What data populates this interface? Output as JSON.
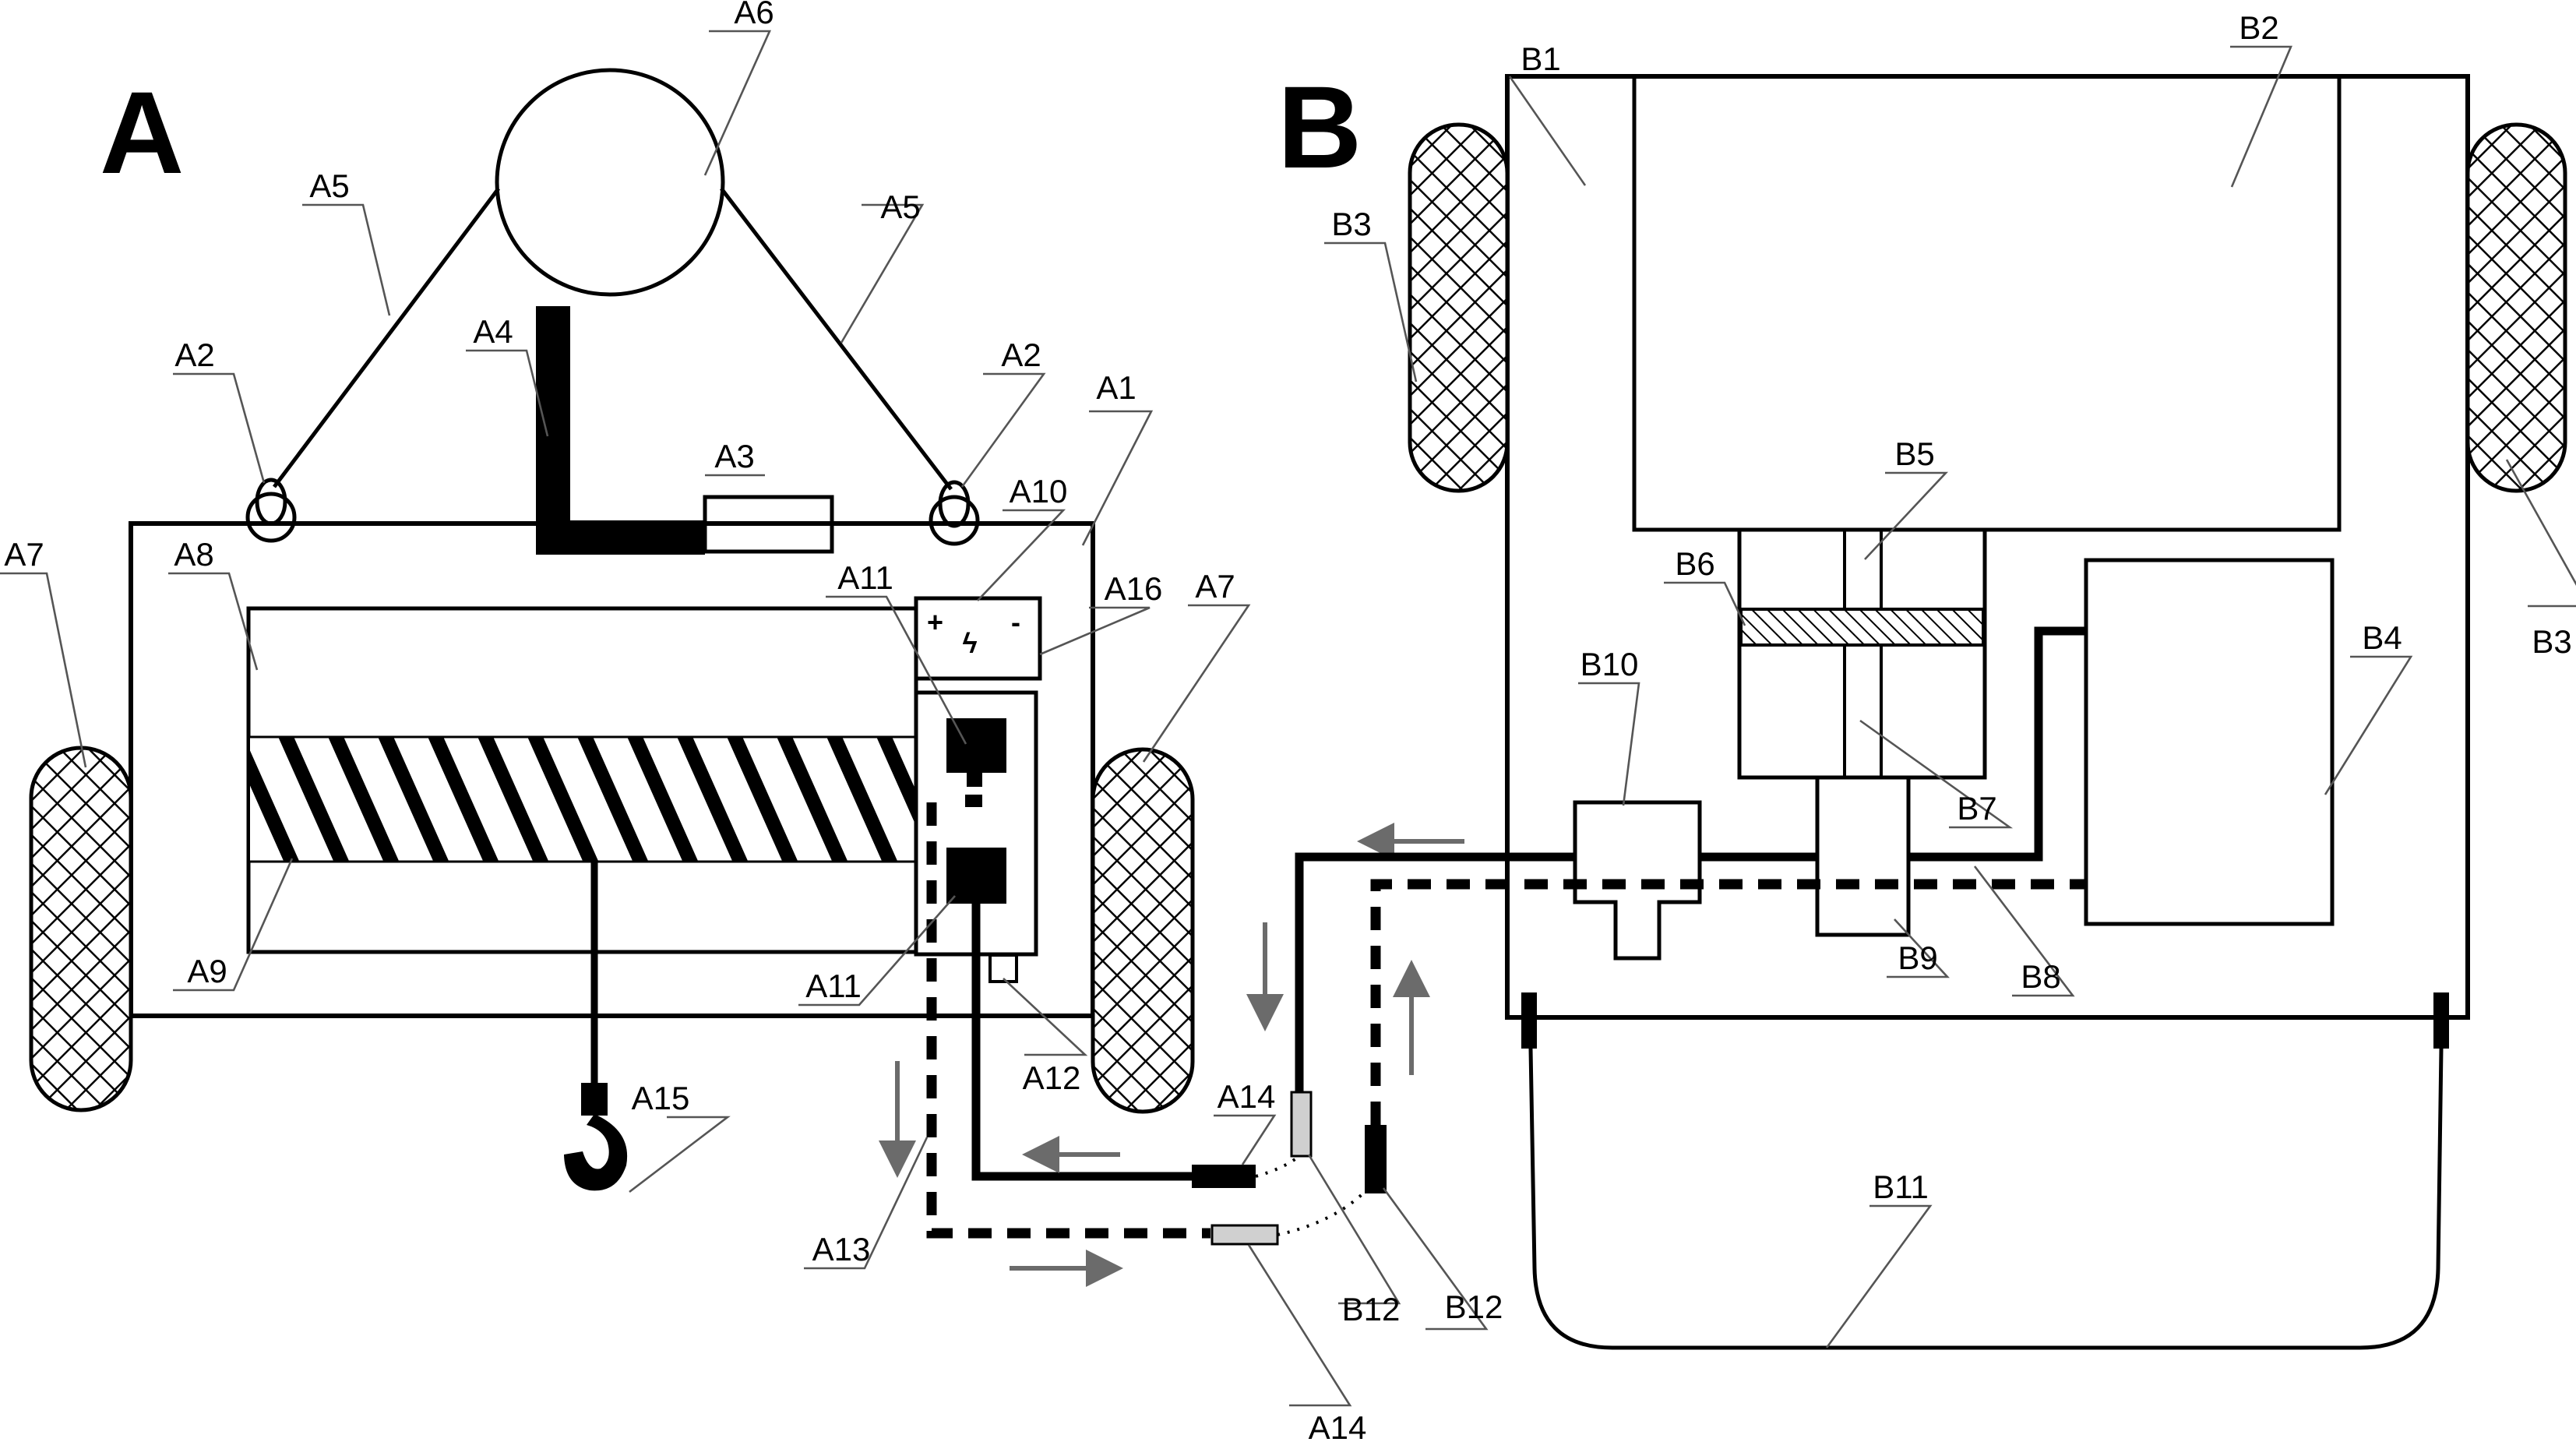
{
  "panels": {
    "a": "A",
    "b": "B"
  },
  "battery": {
    "plus": "+",
    "minus": "-",
    "symbol": "ϟ"
  },
  "labels": {
    "a1": "A1",
    "a2_left": "A2",
    "a2_right": "A2",
    "a3": "A3",
    "a4": "A4",
    "a5_left": "A5",
    "a5_right": "A5",
    "a6": "A6",
    "a7_left": "A7",
    "a7_right": "A7",
    "a8": "A8",
    "a9": "A9",
    "a10": "A10",
    "a11_top": "A11",
    "a11_bottom": "A11",
    "a12": "A12",
    "a13": "A13",
    "a14_top": "A14",
    "a14_bottom": "A14",
    "a15": "A15",
    "a16": "A16",
    "b1": "B1",
    "b2": "B2",
    "b3_left": "B3",
    "b3_right": "B3",
    "b4": "B4",
    "b5": "B5",
    "b6": "B6",
    "b7": "B7",
    "b8": "B8",
    "b9": "B9",
    "b10": "B10",
    "b11": "B11",
    "b12_left": "B12",
    "b12_right": "B12"
  }
}
